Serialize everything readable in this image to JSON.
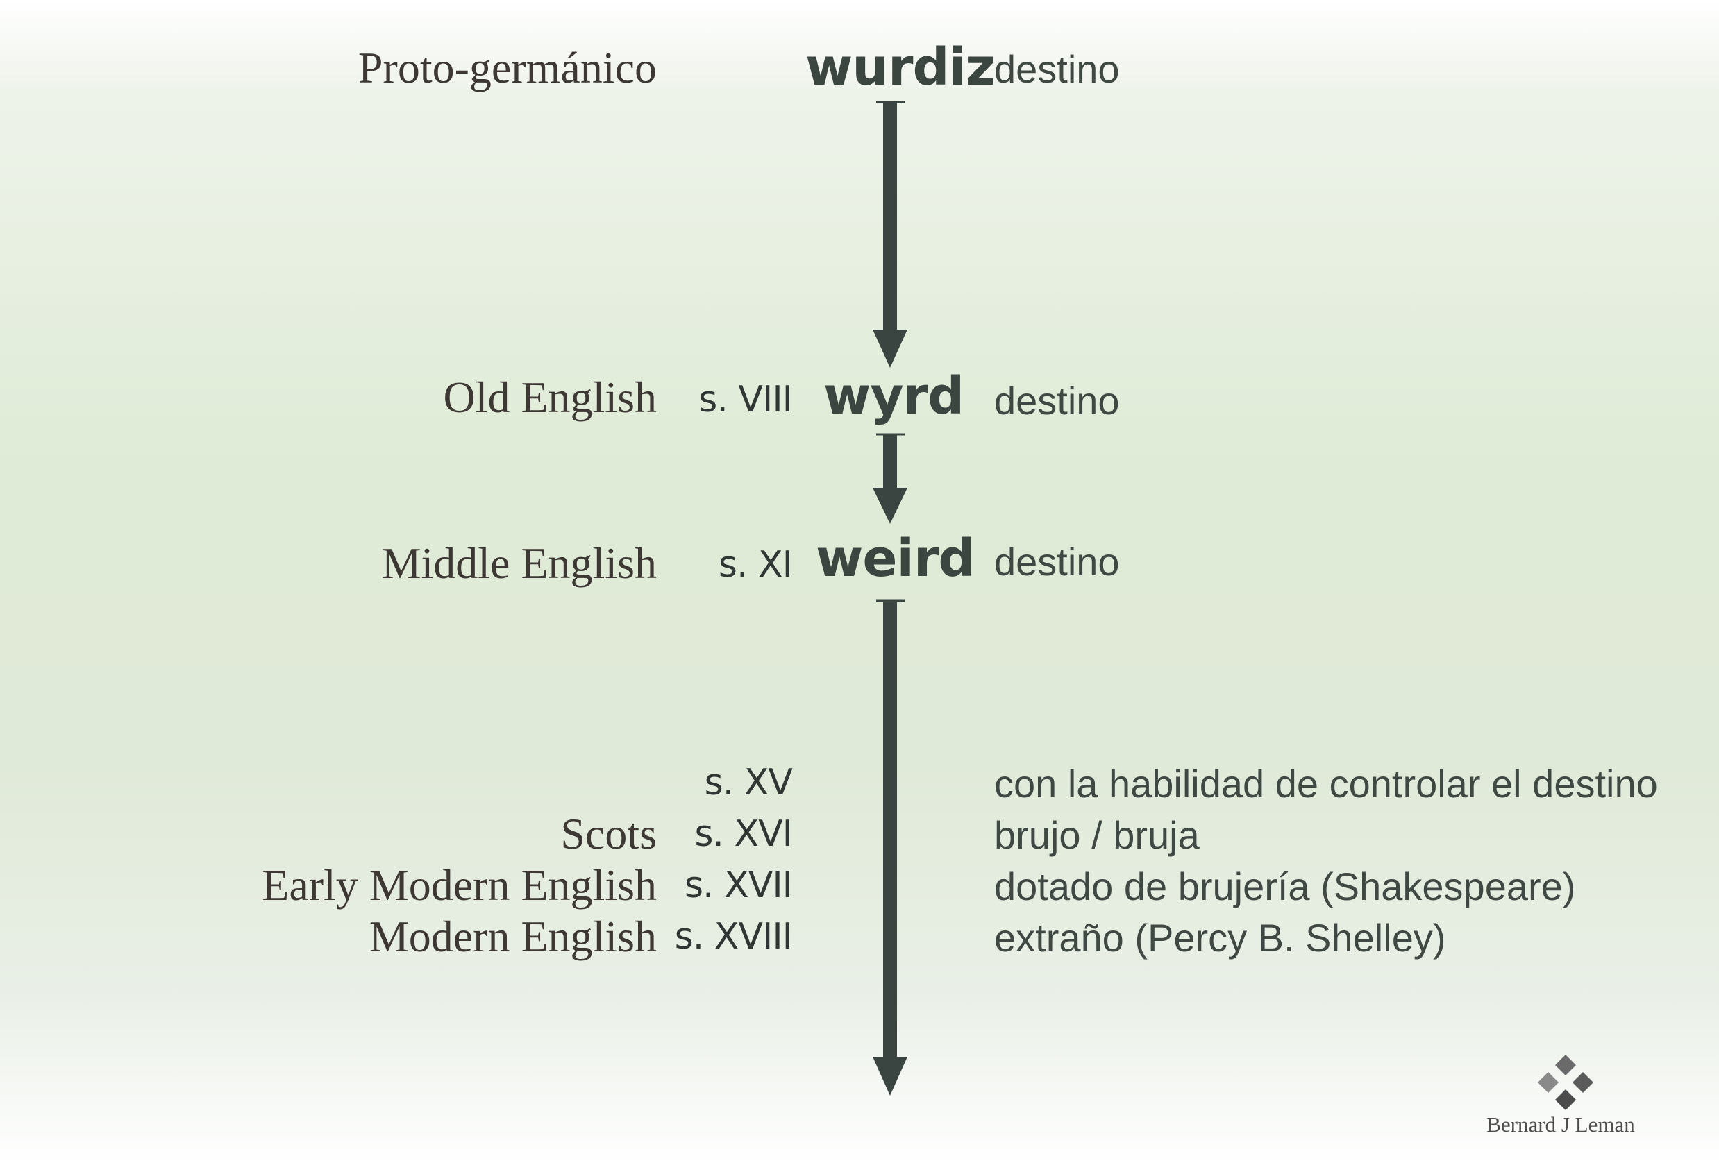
{
  "stages": [
    {
      "language": "Proto-germánico",
      "century": "",
      "word": "wurdiz",
      "meaning": "destino"
    },
    {
      "language": "Old English",
      "century": "s. VIII",
      "word": "wyrd",
      "meaning": "destino"
    },
    {
      "language": "Middle English",
      "century": "s. XI",
      "word": "weird",
      "meaning": "destino"
    }
  ],
  "later_senses": [
    {
      "language": "",
      "century": "s. XV",
      "meaning": "con la habilidad de controlar el destino"
    },
    {
      "language": "Scots",
      "century": "s. XVI",
      "meaning": "brujo / bruja"
    },
    {
      "language": "Early Modern English",
      "century": "s. XVII",
      "meaning": "dotado de brujería (Shakespeare)"
    },
    {
      "language": "Modern English",
      "century": "s. XVIII",
      "meaning": "extraño (Percy B. Shelley)"
    }
  ],
  "credit": "Bernard J Leman",
  "colors": {
    "arrow": "#3a4541",
    "background_mid": "#dfebd6",
    "language_text": "#3d3833",
    "word_text": "#3c4641"
  },
  "icons": {
    "logo": "diamond-cross-logo-icon"
  }
}
